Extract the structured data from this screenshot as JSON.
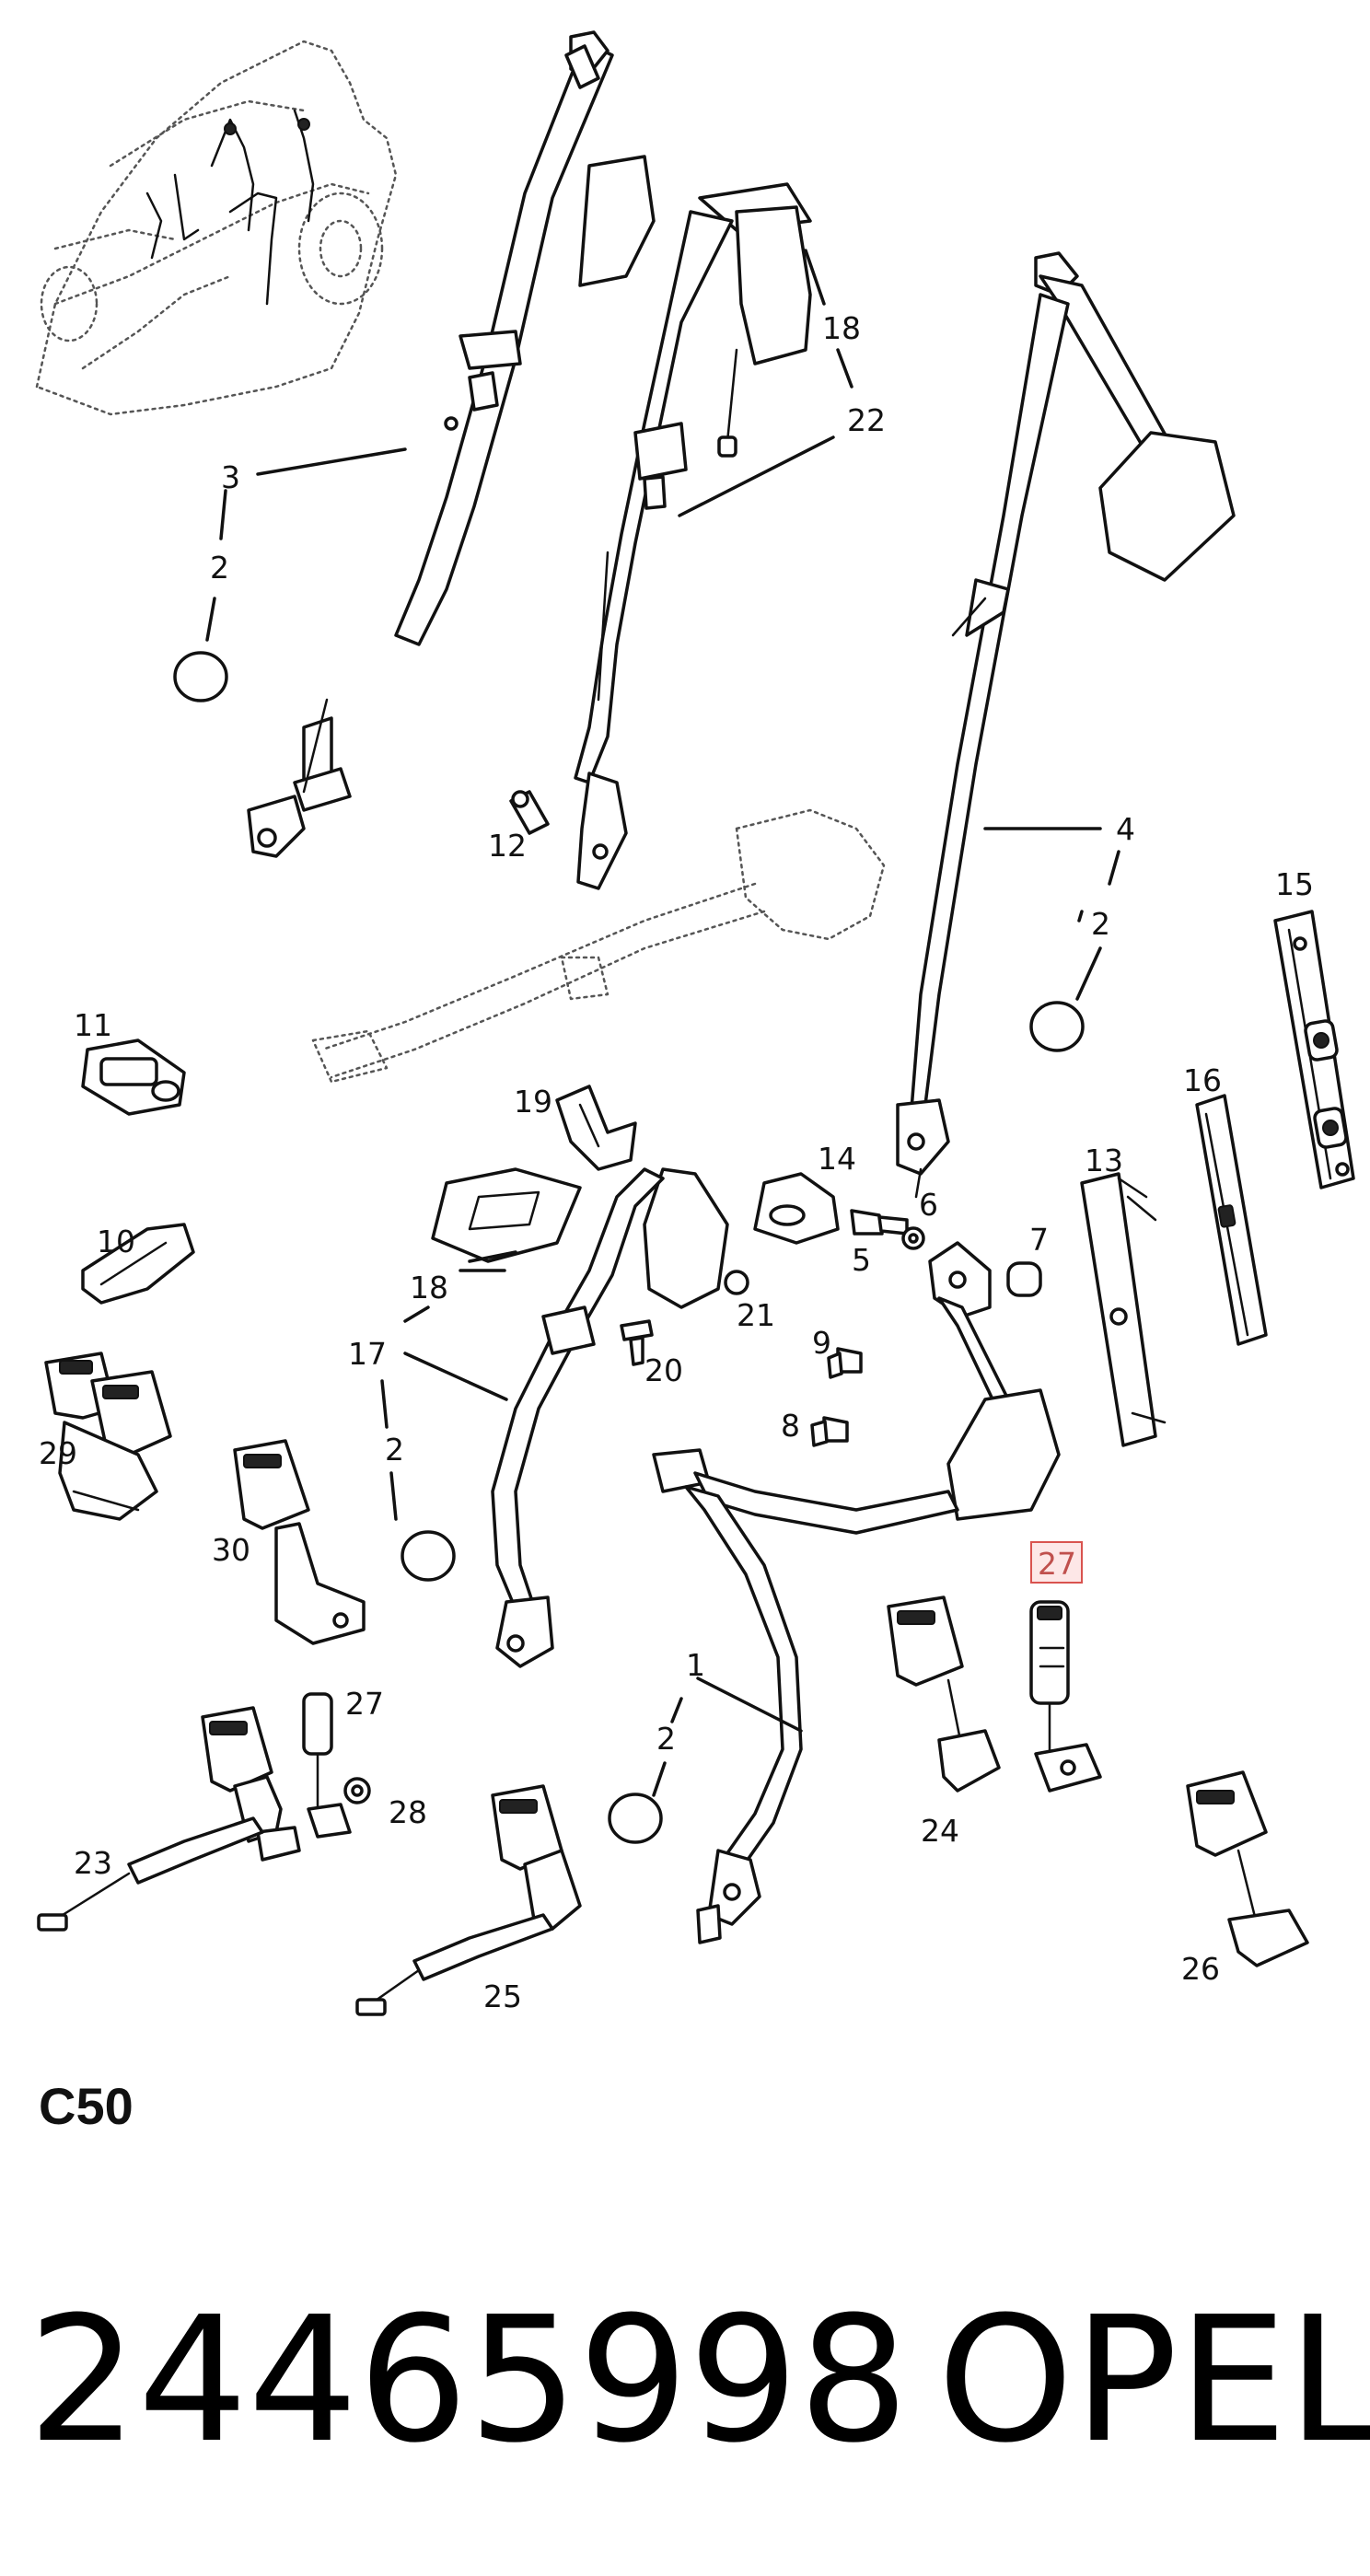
{
  "diagram": {
    "section_code": "C50",
    "part_number": "24465998",
    "brand": "OPEL",
    "highlighted_callout": "27",
    "highlight_color": "#d9534f",
    "callouts": [
      "3",
      "2",
      "18",
      "22",
      "12",
      "4",
      "2",
      "15",
      "11",
      "19",
      "14",
      "5",
      "6",
      "16",
      "13",
      "7",
      "10",
      "18",
      "21",
      "17",
      "20",
      "9",
      "8",
      "29",
      "2",
      "30",
      "27",
      "1",
      "2",
      "27",
      "28",
      "23",
      "24",
      "25",
      "26"
    ]
  }
}
